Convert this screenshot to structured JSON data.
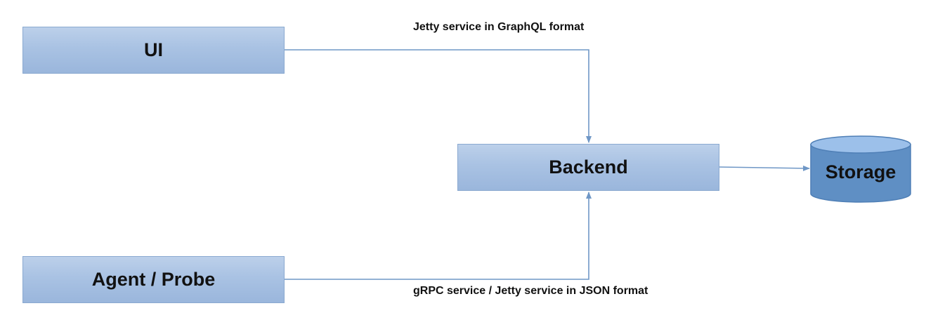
{
  "nodes": {
    "ui": "UI",
    "agent_probe": "Agent / Probe",
    "backend": "Backend",
    "storage": "Storage"
  },
  "edges": {
    "ui_to_backend": "Jetty service in GraphQL format",
    "agent_to_backend": "gRPC service / Jetty service in JSON format"
  },
  "colors": {
    "box_fill": "#a9c2e3",
    "box_border": "#8aa9d0",
    "connector": "#6f97c6",
    "cylinder_body": "#5f8fc4",
    "cylinder_top": "#9cc0ea"
  }
}
